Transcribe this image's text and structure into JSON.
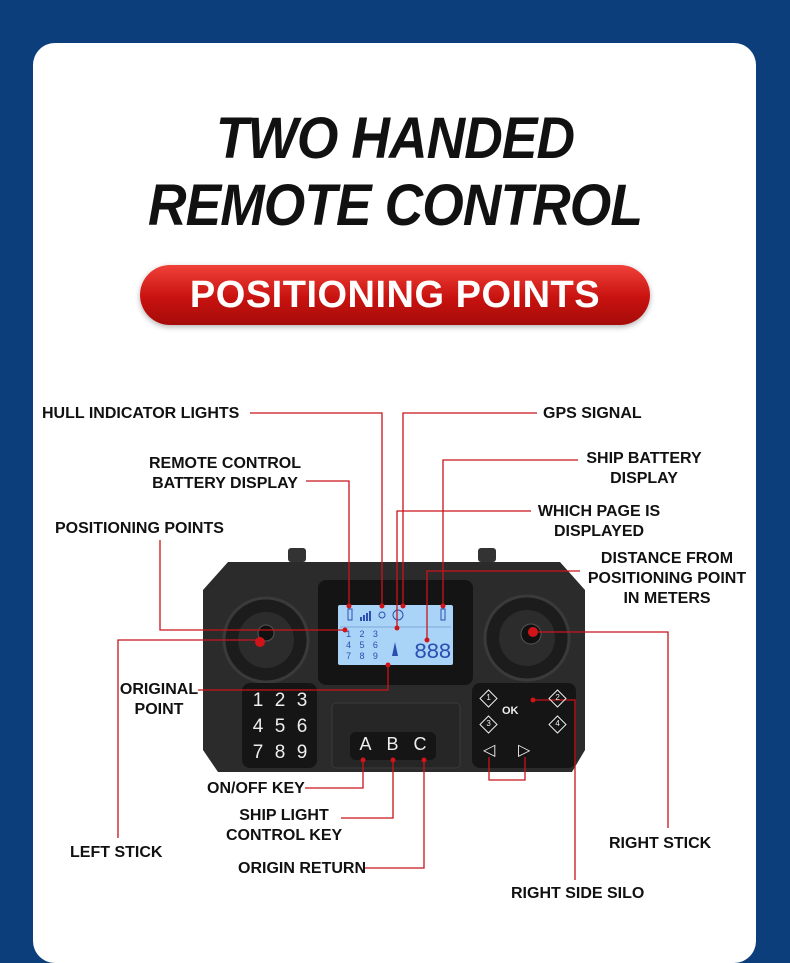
{
  "title": {
    "line1": "TWO HANDED",
    "line2": "REMOTE CONTROL"
  },
  "banner": "POSITIONING POINTS",
  "callouts": {
    "hull": "HULL INDICATOR LIGHTS",
    "gps": "GPS SIGNAL",
    "rc_battery": [
      "REMOTE CONTROL",
      "BATTERY DISPLAY"
    ],
    "ship_battery": [
      "SHIP BATTERY",
      "DISPLAY"
    ],
    "page": [
      "WHICH PAGE IS",
      "DISPLAYED"
    ],
    "positioning": "POSITIONING POINTS",
    "distance": [
      "DISTANCE FROM",
      "POSITIONING POINT",
      "IN METERS"
    ],
    "original": [
      "ORIGINAL",
      "POINT"
    ],
    "onoff": "ON/OFF KEY",
    "ship_light": [
      "SHIP LIGHT",
      "CONTROL KEY"
    ],
    "left_stick": "LEFT STICK",
    "origin_return": "ORIGIN RETURN",
    "right_stick": "RIGHT STICK",
    "right_silo": "RIGHT SIDE SILO"
  },
  "remote": {
    "keypad": [
      "1",
      "2",
      "3",
      "4",
      "5",
      "6",
      "7",
      "8",
      "9"
    ],
    "abc": [
      "A",
      "B",
      "C"
    ],
    "ok": "OK",
    "lcd_points": [
      "1",
      "2",
      "3",
      "4",
      "5",
      "6",
      "7",
      "8",
      "9"
    ],
    "lcd_distance": "888",
    "silo_keys": [
      "1",
      "2",
      "3",
      "4"
    ]
  },
  "colors": {
    "background": "#0b3e7a",
    "accent": "#d0141a"
  }
}
